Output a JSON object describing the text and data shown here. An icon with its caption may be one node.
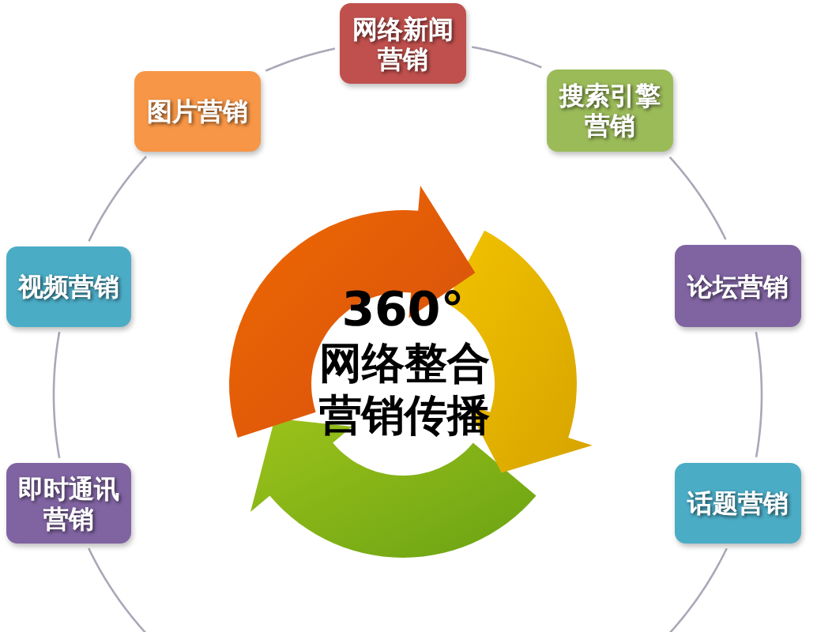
{
  "diagram": {
    "nodes": [
      {
        "text": [
          "网络新闻营销"
        ]
      },
      {
        "text": [
          "图片营销"
        ]
      },
      {
        "text": [
          "搜索引擎营销"
        ]
      },
      {
        "text": [
          "视频营销"
        ]
      },
      {
        "text": [
          "论坛营销"
        ]
      },
      {
        "text": [
          "即时通讯营销"
        ]
      },
      {
        "text": [
          "话题营销"
        ]
      }
    ],
    "edges": [
      {
        "from": 1,
        "to": 0,
        "arrow": "none"
      },
      {
        "from": 0,
        "to": 2,
        "arrow": "none"
      },
      {
        "from": 2,
        "to": 4,
        "arrow": "none"
      },
      {
        "from": 4,
        "to": 6,
        "arrow": "none"
      },
      {
        "from": 6,
        "to": null,
        "arrow": "none"
      },
      {
        "from": 3,
        "to": 1,
        "arrow": "none"
      },
      {
        "from": 5,
        "to": 3,
        "arrow": "none"
      },
      {
        "from": 5,
        "to": null,
        "arrow": "none"
      }
    ],
    "labels": [
      "360°",
      "网络整合营销传播"
    ]
  }
}
